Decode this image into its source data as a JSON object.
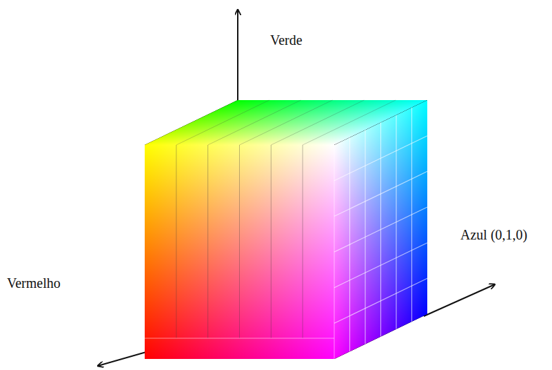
{
  "diagram": {
    "labels": [
      "Verde",
      "Azul (0,1,0)",
      "Vermelho"
    ]
  }
}
